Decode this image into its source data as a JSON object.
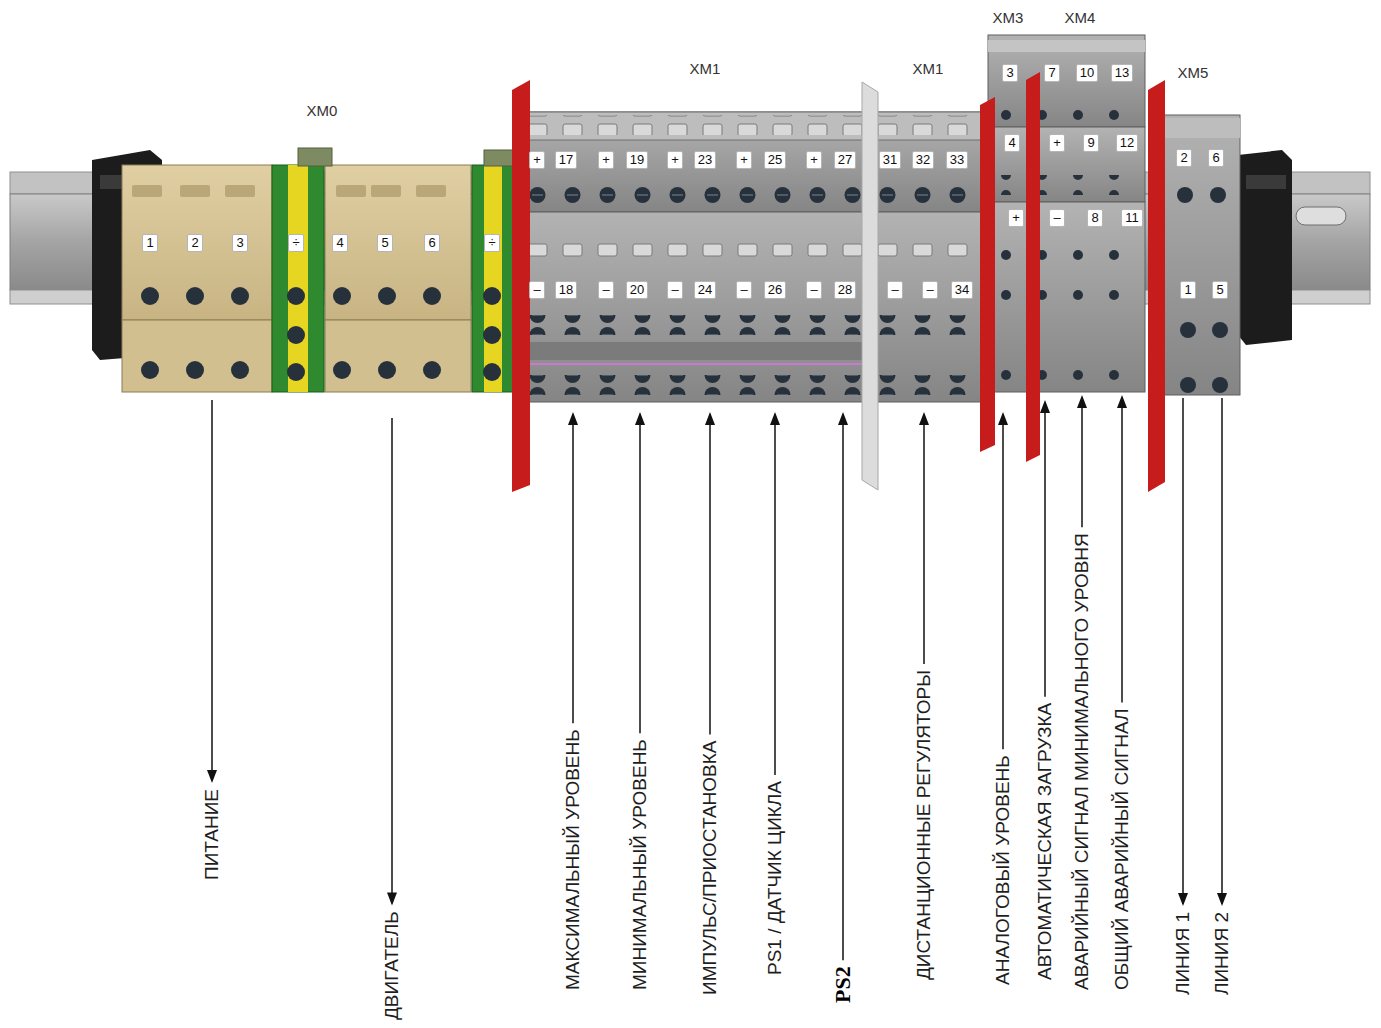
{
  "diagram": {
    "labels": [
      "XM0",
      "XM1",
      "XM1",
      "XM3",
      "XM4",
      "XM5",
      "1",
      "2",
      "3",
      "÷",
      "4",
      "5",
      "6",
      "÷",
      "+",
      "17",
      "+",
      "19",
      "+",
      "23",
      "+",
      "25",
      "+",
      "27",
      "31",
      "32",
      "33",
      "–",
      "18",
      "–",
      "20",
      "–",
      "24",
      "–",
      "26",
      "–",
      "28",
      "–",
      "–",
      "34",
      "3",
      "4",
      "+",
      "7",
      "10",
      "13",
      "+",
      "9",
      "12",
      "–",
      "8",
      "11",
      "2",
      "6",
      "1",
      "5",
      "ПИТАНИЕ",
      "ДВИГАТЕЛЬ",
      "МАКСИМАЛЬНЫЙ УРОВЕНЬ",
      "МИНИМАЛЬНЫЙ УРОВЕНЬ",
      "ИМПУЛЬС/ПРИОСТАНОВКА",
      "PS1 / ДАТЧИК ЦИКЛА",
      "PS2",
      "ДИСТАНЦИОННЫЕ РЕГУЛЯТОРЫ",
      "АНАЛОГОВЫЙ УРОВЕНЬ",
      "АВТОМАТИЧЕСКАЯ ЗАГРУЗКА",
      "АВАРИЙНЫЙ СИГНАЛ МИНИМАЛЬНОГО УРОВНЯ",
      "ОБЩИЙ АВАРИЙНЫЙ СИГНАЛ",
      "ЛИНИЯ 1",
      "ЛИНИЯ 2"
    ]
  }
}
